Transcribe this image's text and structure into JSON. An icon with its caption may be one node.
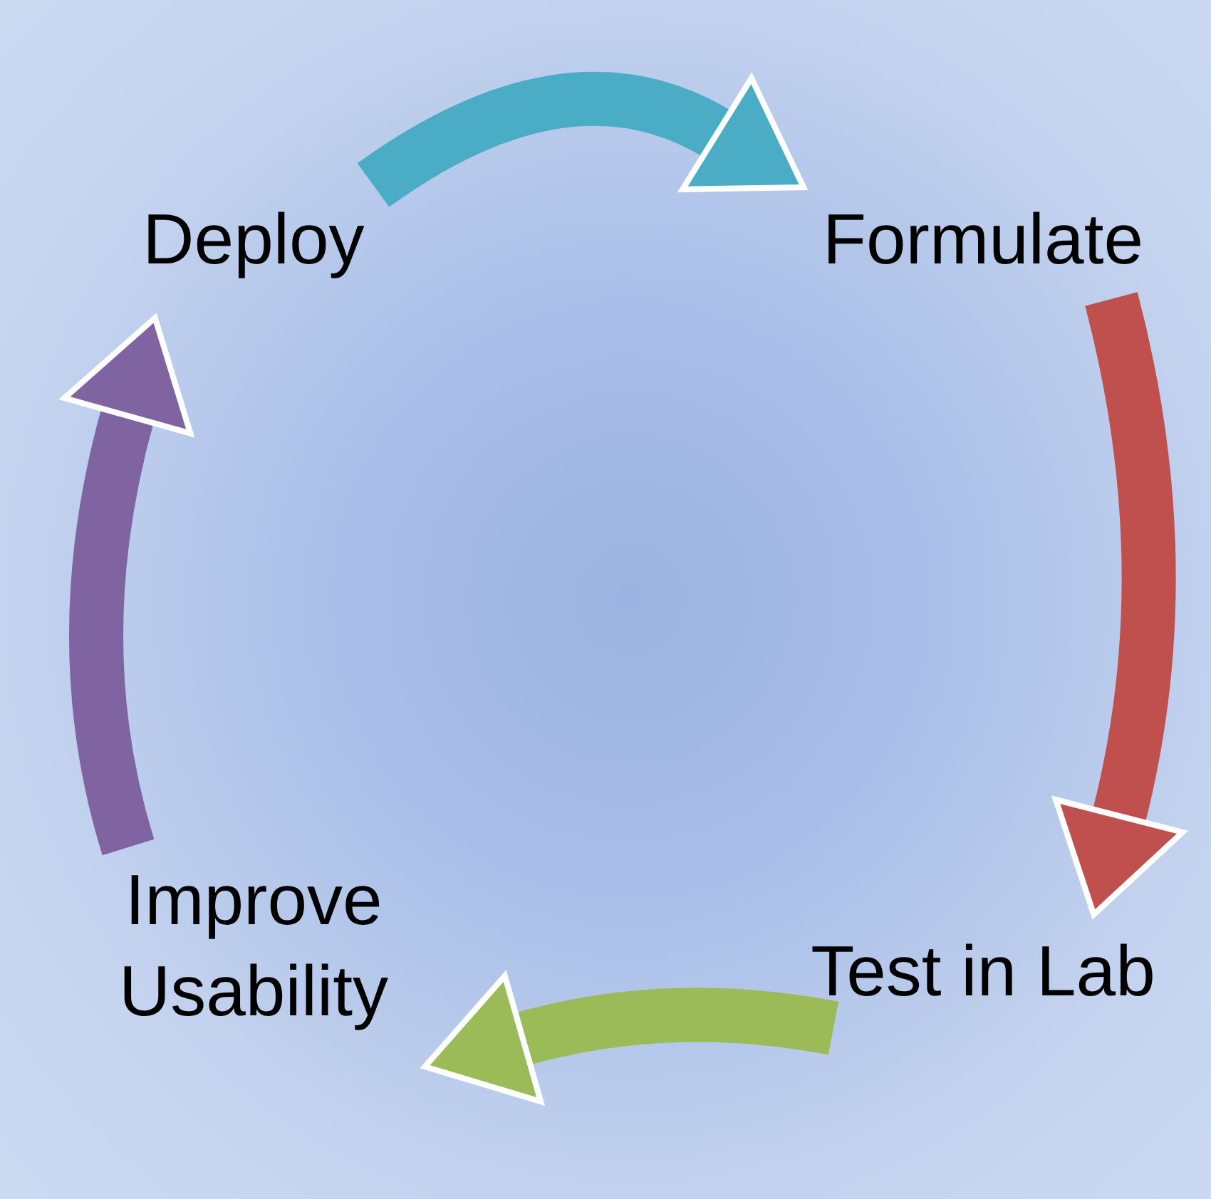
{
  "diagram": {
    "nodes": [
      {
        "text": [
          "Deploy"
        ]
      },
      {
        "text": [
          "Formulate"
        ]
      },
      {
        "text": [
          "Test in Lab"
        ]
      },
      {
        "text": [
          "Improve Usability"
        ]
      }
    ],
    "edges": [
      {
        "from": 0,
        "to": 1,
        "arrow": "to",
        "color": "#4bacc6"
      },
      {
        "from": 1,
        "to": 2,
        "arrow": "to",
        "color": "#c0504d"
      },
      {
        "from": 2,
        "to": 3,
        "arrow": "to",
        "color": "#9bbb59"
      },
      {
        "from": 3,
        "to": 0,
        "arrow": "to",
        "color": "#8064a2"
      }
    ]
  }
}
